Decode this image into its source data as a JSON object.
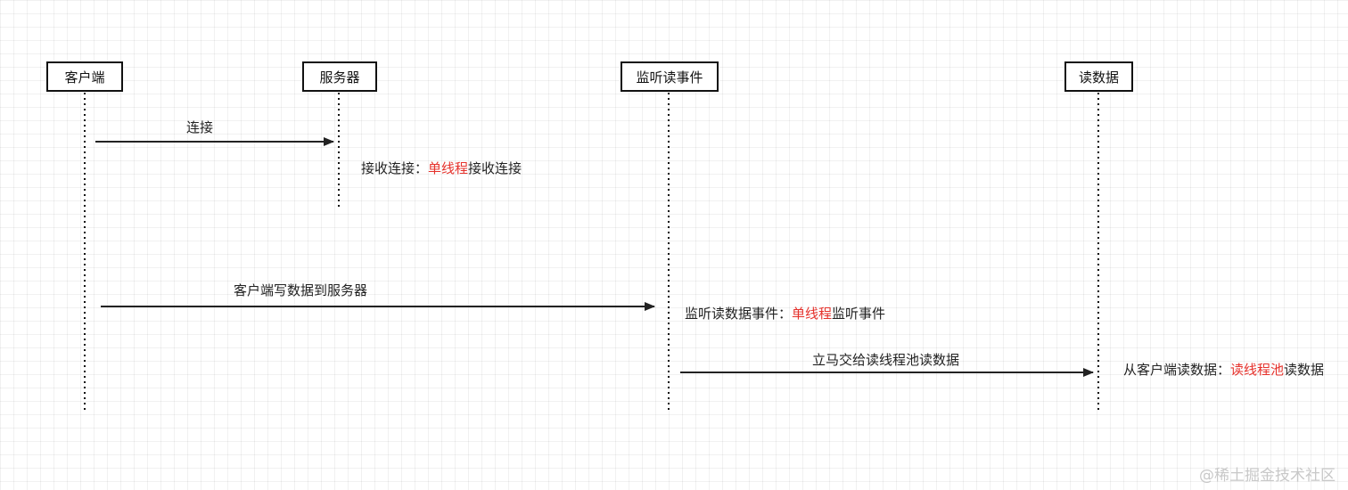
{
  "actors": [
    {
      "id": "client",
      "label": "客户端"
    },
    {
      "id": "server",
      "label": "服务器"
    },
    {
      "id": "listener",
      "label": "监听读事件"
    },
    {
      "id": "reader",
      "label": "读数据"
    }
  ],
  "messages": [
    {
      "from": "client",
      "to": "server",
      "label": "连接"
    },
    {
      "from": "client",
      "to": "listener",
      "label": "客户端写数据到服务器"
    },
    {
      "from": "listener",
      "to": "reader",
      "label": "立马交给读线程池读数据"
    }
  ],
  "notes": [
    {
      "actor": "server",
      "prefix": "接收连接：",
      "highlight": "单线程",
      "suffix": "接收连接"
    },
    {
      "actor": "listener",
      "prefix": "监听读数据事件：",
      "highlight": "单线程",
      "suffix": "监听事件"
    },
    {
      "actor": "reader",
      "prefix": "从客户端读数据：",
      "highlight": "读线程池",
      "suffix": "读数据"
    }
  ],
  "colors": {
    "line": "#111111",
    "highlight": "#e5312b"
  },
  "watermark": "@稀土掘金技术社区"
}
